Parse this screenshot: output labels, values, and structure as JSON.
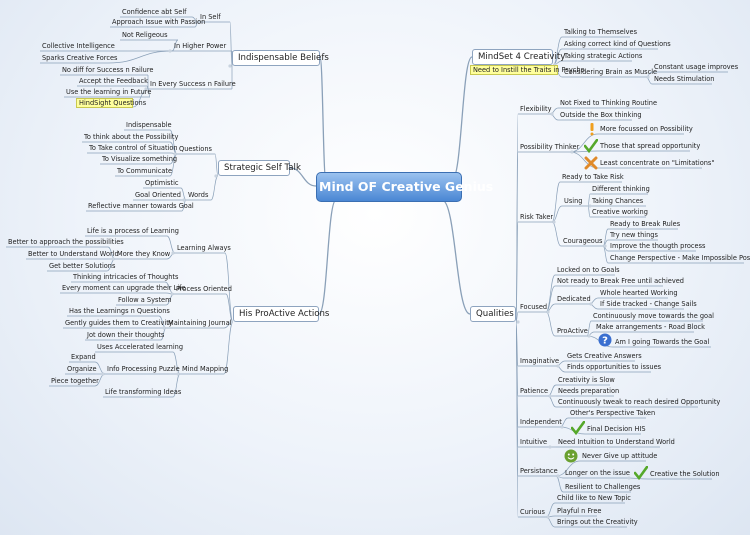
{
  "map": {
    "center": "Mind OF Creative Genius",
    "branches": [
      {
        "label": "Indispensable Beliefs",
        "children": [
          {
            "label": "In Self",
            "children": [
              "Confidence abt Self",
              "Approach Issue with Passion"
            ]
          },
          {
            "label": "In Higher Power",
            "children": [
              "Not Religeous",
              "Collective Intelligence",
              "Sparks Creative Forces"
            ]
          },
          {
            "label": "In Every Success n Failure",
            "children": [
              "No diff for Success n Failure",
              "Accept  the Feedback",
              "Use the learning in Future",
              "HindSight Questions"
            ]
          }
        ]
      },
      {
        "label": "Strategic Self Talk",
        "children": [
          {
            "label": "Questions",
            "children": [
              "Indispensable",
              "To think about the Possibility",
              "To Take control of Situation",
              "To Visualize something",
              "To Communicate"
            ]
          },
          {
            "label": "Words",
            "children": [
              "Optimistic",
              "Goal Oriented",
              "Reflective manner towards Goal"
            ]
          }
        ]
      },
      {
        "label": "His ProActive Actions",
        "children": [
          {
            "label": "Learning Always",
            "children": [
              "Life is a process of Learning",
              {
                "label": "More they Know",
                "children": [
                  "Better to approach the possibilities",
                  "Better to Understand World",
                  "Get better Solutions"
                ]
              }
            ]
          },
          {
            "label": "Process Oriented",
            "children": [
              "Thinking intricacies of Thoughts",
              "Every moment can upgrade their Life",
              "Follow a System"
            ]
          },
          {
            "label": "Maintaining Journal",
            "children": [
              "Has the Learnings n Questions",
              "Gently guides them to Creativity",
              "Jot down their thoughts"
            ]
          },
          {
            "label": "Mind Mapping",
            "children": [
              "Uses Accelerated learning",
              {
                "label": "Info Processing Puzzle",
                "children": [
                  "Expand",
                  "Organize",
                  "Piece together"
                ]
              },
              "Life transforming Ideas"
            ]
          }
        ]
      },
      {
        "label": "MindSet 4 Creativity",
        "children": [
          "Need to Instill the Traits in Psyche",
          "Talking to Themselves",
          "Asking correct kind of Questions",
          "Taking strategic Actions",
          {
            "label": "Considering Brain as Muscle",
            "children": [
              "Constant usage improves",
              "Needs Stimulation"
            ]
          }
        ]
      },
      {
        "label": "Qualities",
        "children": [
          {
            "label": "Flexibility",
            "children": [
              "Not Fixed to Thinking Routine",
              "Outside the Box thinking"
            ]
          },
          {
            "label": "Possibility Thinker",
            "children": [
              "More focussed on Possibility",
              "Those that spread opportunity",
              "Least concentrate on \"Limitations\""
            ]
          },
          {
            "label": "Risk Taker",
            "children": [
              "Ready to Take Risk",
              {
                "label": "Using",
                "children": [
                  "Different thinking",
                  "Taking Chances",
                  "Creative working"
                ]
              },
              {
                "label": "Courageous",
                "children": [
                  "Ready to Break Rules",
                  "Try new things",
                  "Improve the thougth process",
                  "Change Perspective - Make Impossible Possible"
                ]
              }
            ]
          },
          {
            "label": "Focused",
            "children": [
              "Locked on to Goals",
              "Not ready to Break Free until achieved",
              {
                "label": "Dedicated",
                "children": [
                  "Whole hearted Working",
                  "If Side tracked - Change Sails"
                ]
              },
              {
                "label": "ProActive",
                "children": [
                  "Continuously move towards the goal",
                  "Make arrangements - Road Block",
                  "Am I going Towards the Goal"
                ]
              }
            ]
          },
          {
            "label": "Imaginative",
            "children": [
              "Gets Creative Answers",
              "Finds opportunities to issues"
            ]
          },
          {
            "label": "Patience",
            "children": [
              "Creativity is Slow",
              "Needs preparation",
              "Continuously tweak to reach desired Opportunity"
            ]
          },
          {
            "label": "Independent",
            "children": [
              "Other's Perspective Taken",
              "Final Decision HIS"
            ]
          },
          {
            "label": "Intuitive",
            "children": [
              "Need Intuition to Understand World"
            ]
          },
          {
            "label": "Persistance",
            "children": [
              "Never Give up attitude",
              {
                "label": "Longer on the issue",
                "children": [
                  "Creative the Solution"
                ]
              },
              "Resilient to Challenges"
            ]
          },
          {
            "label": "Curious",
            "children": [
              "Child like to New Topic",
              "Playful n Free",
              "Brings out the Creativity"
            ]
          }
        ]
      }
    ]
  },
  "colors": {
    "center": "#4a87d4",
    "highlight": "#ffff9c",
    "link": "#8aa0b8",
    "check": "#55a82a",
    "cross": "#e08a2a",
    "question": "#3a6fd0",
    "exclaim": "#f0a020",
    "smile": "#6aa030"
  },
  "icons": {
    "exclaim": "exclamation-icon",
    "check": "checkmark-icon",
    "cross": "cross-icon",
    "question": "question-icon",
    "smile": "smiley-icon"
  }
}
